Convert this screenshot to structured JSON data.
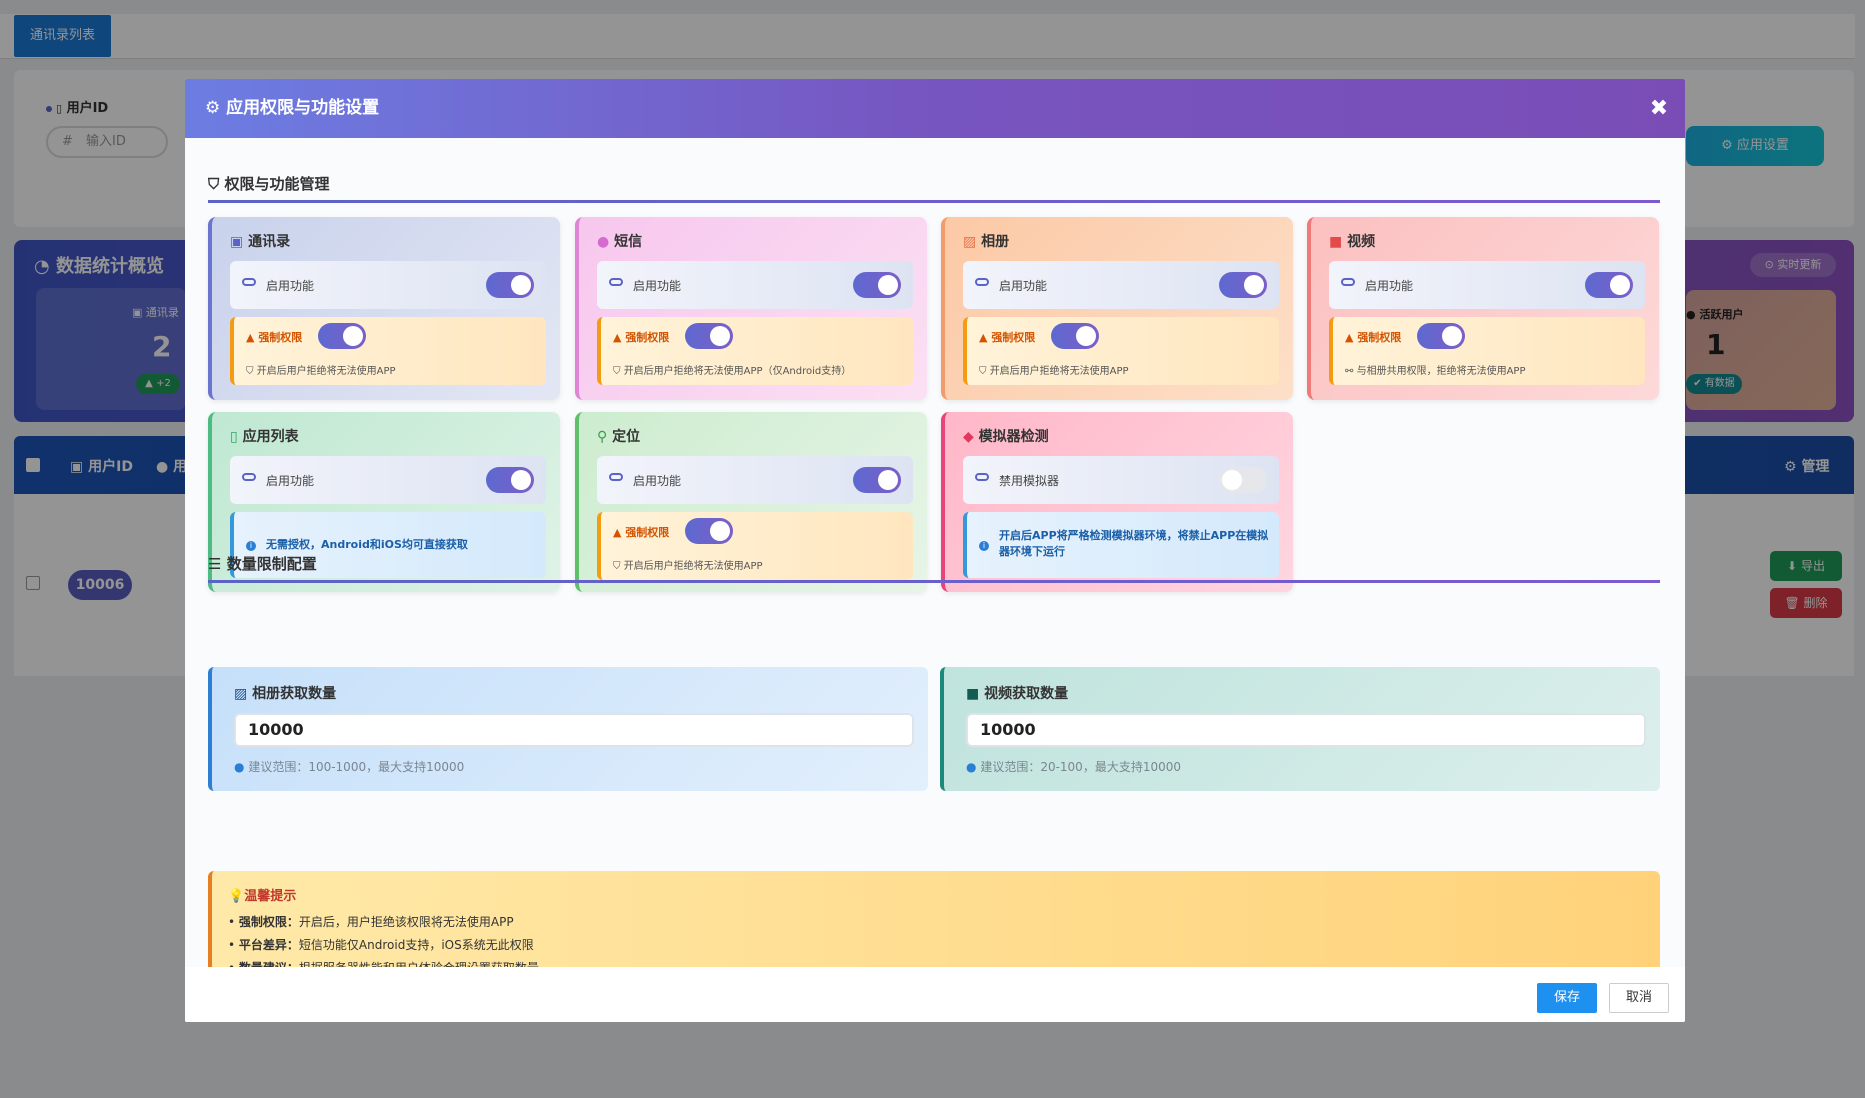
{
  "background": {
    "tab_label": "通讯录列表",
    "user_id_label": "用户ID",
    "id_input_placeholder": "输入ID",
    "app_settings_button": "⚙ 应用设置",
    "stats_title": "数据统计概览",
    "realtime_label": "⊙ 实时更新",
    "contacts_stat_label": "通讯录",
    "contacts_stat_value": "2",
    "contacts_stat_delta": "+2",
    "active_users_label": "活跃用户",
    "active_users_value": "1",
    "active_users_badge": "有数据",
    "col_user_id": "用户ID",
    "col_user_partial": "用",
    "col_manage": "管理",
    "row_user_id": "10006",
    "export_button": "导出",
    "delete_button": "删除"
  },
  "modal": {
    "title": "应用权限与功能设置",
    "permission_section_title": "权限与功能管理",
    "enable_label": "启用功能",
    "force_label": "强制权限",
    "permissions": [
      {
        "name": "通讯录",
        "note": "开启后用户拒绝将无法使用APP"
      },
      {
        "name": "短信",
        "note": "开启后用户拒绝将无法使用APP（仅Android支持）"
      },
      {
        "name": "相册",
        "note": "开启后用户拒绝将无法使用APP"
      },
      {
        "name": "视频",
        "note": "与相册共用权限，拒绝将无法使用APP"
      },
      {
        "name": "应用列表",
        "info": "无需授权，Android和iOS均可直接获取"
      },
      {
        "name": "定位",
        "note": "开启后用户拒绝将无法使用APP"
      },
      {
        "name": "模拟器检测",
        "toggle_label": "禁用模拟器",
        "info_line1": "开启后APP将严格检测模拟器环境，将禁止APP在模拟",
        "info_line2": "器环境下运行"
      }
    ],
    "quantity_section_title": "数量限制配置",
    "photo_quantity": {
      "label": "相册获取数量",
      "value": "10000",
      "hint": "建议范围：100-1000，最大支持10000"
    },
    "video_quantity": {
      "label": "视频获取数量",
      "value": "10000",
      "hint": "建议范围：20-100，最大支持10000"
    },
    "tips": {
      "title": "温馨提示",
      "line1_key": "强制权限：",
      "line1_text": "开启后，用户拒绝该权限将无法使用APP",
      "line2_key": "平台差异：",
      "line2_text": "短信功能仅Android支持，iOS系统无此权限",
      "line3_key": "数量建议：",
      "line3_text": "根据服务器性能和用户体验合理设置获取数量"
    },
    "save_button": "保存",
    "cancel_button": "取消"
  }
}
